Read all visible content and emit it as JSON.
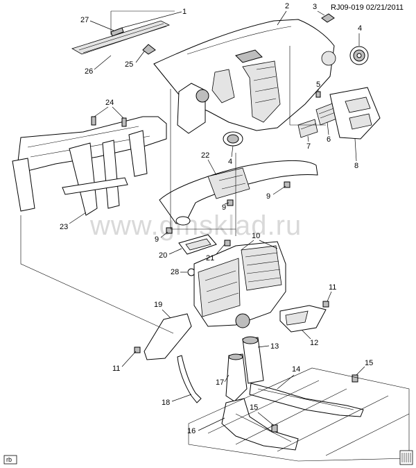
{
  "diagram": {
    "reference": "RJ09-019 02/21/2011",
    "watermark": "www.gmsklad.ru",
    "corner_tag": "rb",
    "callouts": [
      "1",
      "2",
      "3",
      "4",
      "4",
      "5",
      "6",
      "7",
      "8",
      "9",
      "9",
      "9",
      "10",
      "11",
      "11",
      "12",
      "13",
      "14",
      "15",
      "15",
      "16",
      "17",
      "18",
      "19",
      "20",
      "21",
      "22",
      "23",
      "24",
      "25",
      "26",
      "27",
      "28"
    ]
  }
}
